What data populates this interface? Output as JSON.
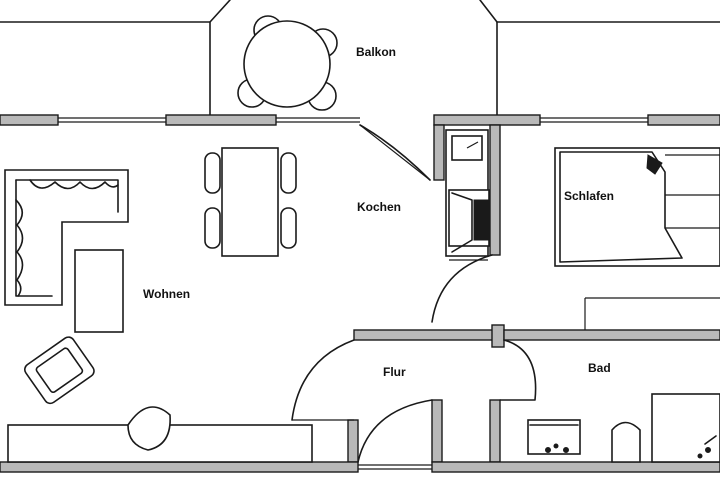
{
  "plan": {
    "rooms": [
      {
        "id": "balkon",
        "label": "Balkon"
      },
      {
        "id": "kochen",
        "label": "Kochen"
      },
      {
        "id": "schlafen",
        "label": "Schlafen"
      },
      {
        "id": "wohnen",
        "label": "Wohnen"
      },
      {
        "id": "flur",
        "label": "Flur"
      },
      {
        "id": "bad",
        "label": "Bad"
      }
    ],
    "colors": {
      "wall_fill": "#b9b9b9",
      "ink": "#1a1a1a",
      "background": "#ffffff"
    }
  }
}
